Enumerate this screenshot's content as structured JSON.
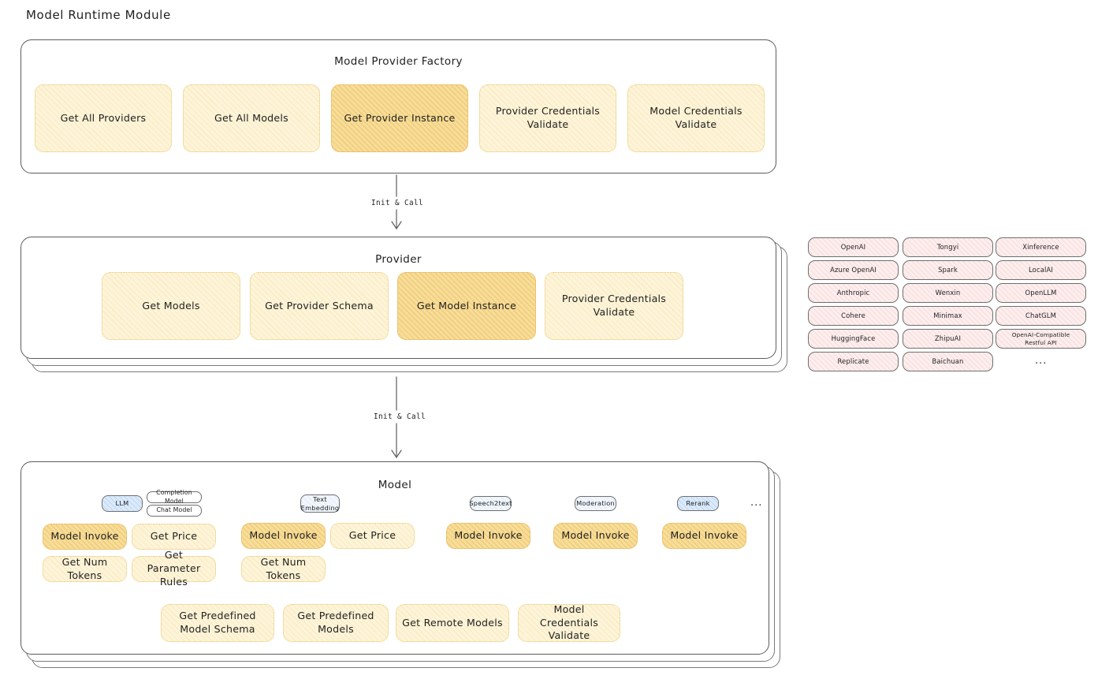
{
  "page": {
    "title": "Model Runtime Module"
  },
  "factory": {
    "title": "Model Provider Factory",
    "nodes": [
      {
        "label": "Get All Providers",
        "style": "cream"
      },
      {
        "label": "Get All Models",
        "style": "cream"
      },
      {
        "label": "Get Provider Instance",
        "style": "amber"
      },
      {
        "label": "Provider Credentials Validate",
        "style": "cream"
      },
      {
        "label": "Model Credentials Validate",
        "style": "cream"
      }
    ]
  },
  "arrow1": {
    "label": "Init & Call"
  },
  "provider": {
    "title": "Provider",
    "nodes": [
      {
        "label": "Get Models",
        "style": "cream"
      },
      {
        "label": "Get Provider Schema",
        "style": "cream"
      },
      {
        "label": "Get Model Instance",
        "style": "amber"
      },
      {
        "label": "Provider Credentials Validate",
        "style": "cream"
      }
    ]
  },
  "provider_list": {
    "columns": [
      [
        "OpenAI",
        "Azure OpenAI",
        "Anthropic",
        "Cohere",
        "HuggingFace",
        "Replicate"
      ],
      [
        "Tongyi",
        "Spark",
        "Wenxin",
        "Minimax",
        "ZhipuAI",
        "Baichuan"
      ],
      [
        "Xinference",
        "LocalAI",
        "OpenLLM",
        "ChatGLM",
        "OpenAI-Compatible Restful API"
      ]
    ],
    "more": "..."
  },
  "arrow2": {
    "label": "Init & Call"
  },
  "model": {
    "title": "Model",
    "more": "...",
    "groups": [
      {
        "badge": {
          "label": "LLM",
          "style": "blue"
        },
        "sub_badges": [
          {
            "label": "Completion Model"
          },
          {
            "label": "Chat Model"
          }
        ],
        "nodes": [
          {
            "label": "Model Invoke",
            "style": "amber"
          },
          {
            "label": "Get Price",
            "style": "cream"
          },
          {
            "label": "Get Num Tokens",
            "style": "cream"
          },
          {
            "label": "Get Parameter Rules",
            "style": "cream"
          }
        ]
      },
      {
        "badge": {
          "label": "Text Embedding",
          "style": "bluelite"
        },
        "sub_badges": [],
        "nodes": [
          {
            "label": "Model Invoke",
            "style": "amber"
          },
          {
            "label": "Get Price",
            "style": "cream"
          },
          {
            "label": "Get Num Tokens",
            "style": "cream"
          }
        ]
      },
      {
        "badge": {
          "label": "Speech2text",
          "style": "bluelite"
        },
        "sub_badges": [],
        "nodes": [
          {
            "label": "Model Invoke",
            "style": "amber"
          }
        ]
      },
      {
        "badge": {
          "label": "Moderation",
          "style": "bluelite"
        },
        "sub_badges": [],
        "nodes": [
          {
            "label": "Model Invoke",
            "style": "amber"
          }
        ]
      },
      {
        "badge": {
          "label": "Rerank",
          "style": "blue"
        },
        "sub_badges": [],
        "nodes": [
          {
            "label": "Model Invoke",
            "style": "amber"
          }
        ]
      }
    ],
    "common_nodes": [
      {
        "label": "Get Predefined Model Schema",
        "style": "cream"
      },
      {
        "label": "Get Predefined Models",
        "style": "cream"
      },
      {
        "label": "Get Remote Models",
        "style": "cream"
      },
      {
        "label": "Model Credentials Validate",
        "style": "cream"
      }
    ]
  },
  "colors": {
    "amber_fill": "#f7dd9b",
    "cream_fill": "#fdf4da",
    "pink_fill": "#fdeeee",
    "blue_fill": "#dbeafb",
    "stroke": "#5c5c5c"
  }
}
